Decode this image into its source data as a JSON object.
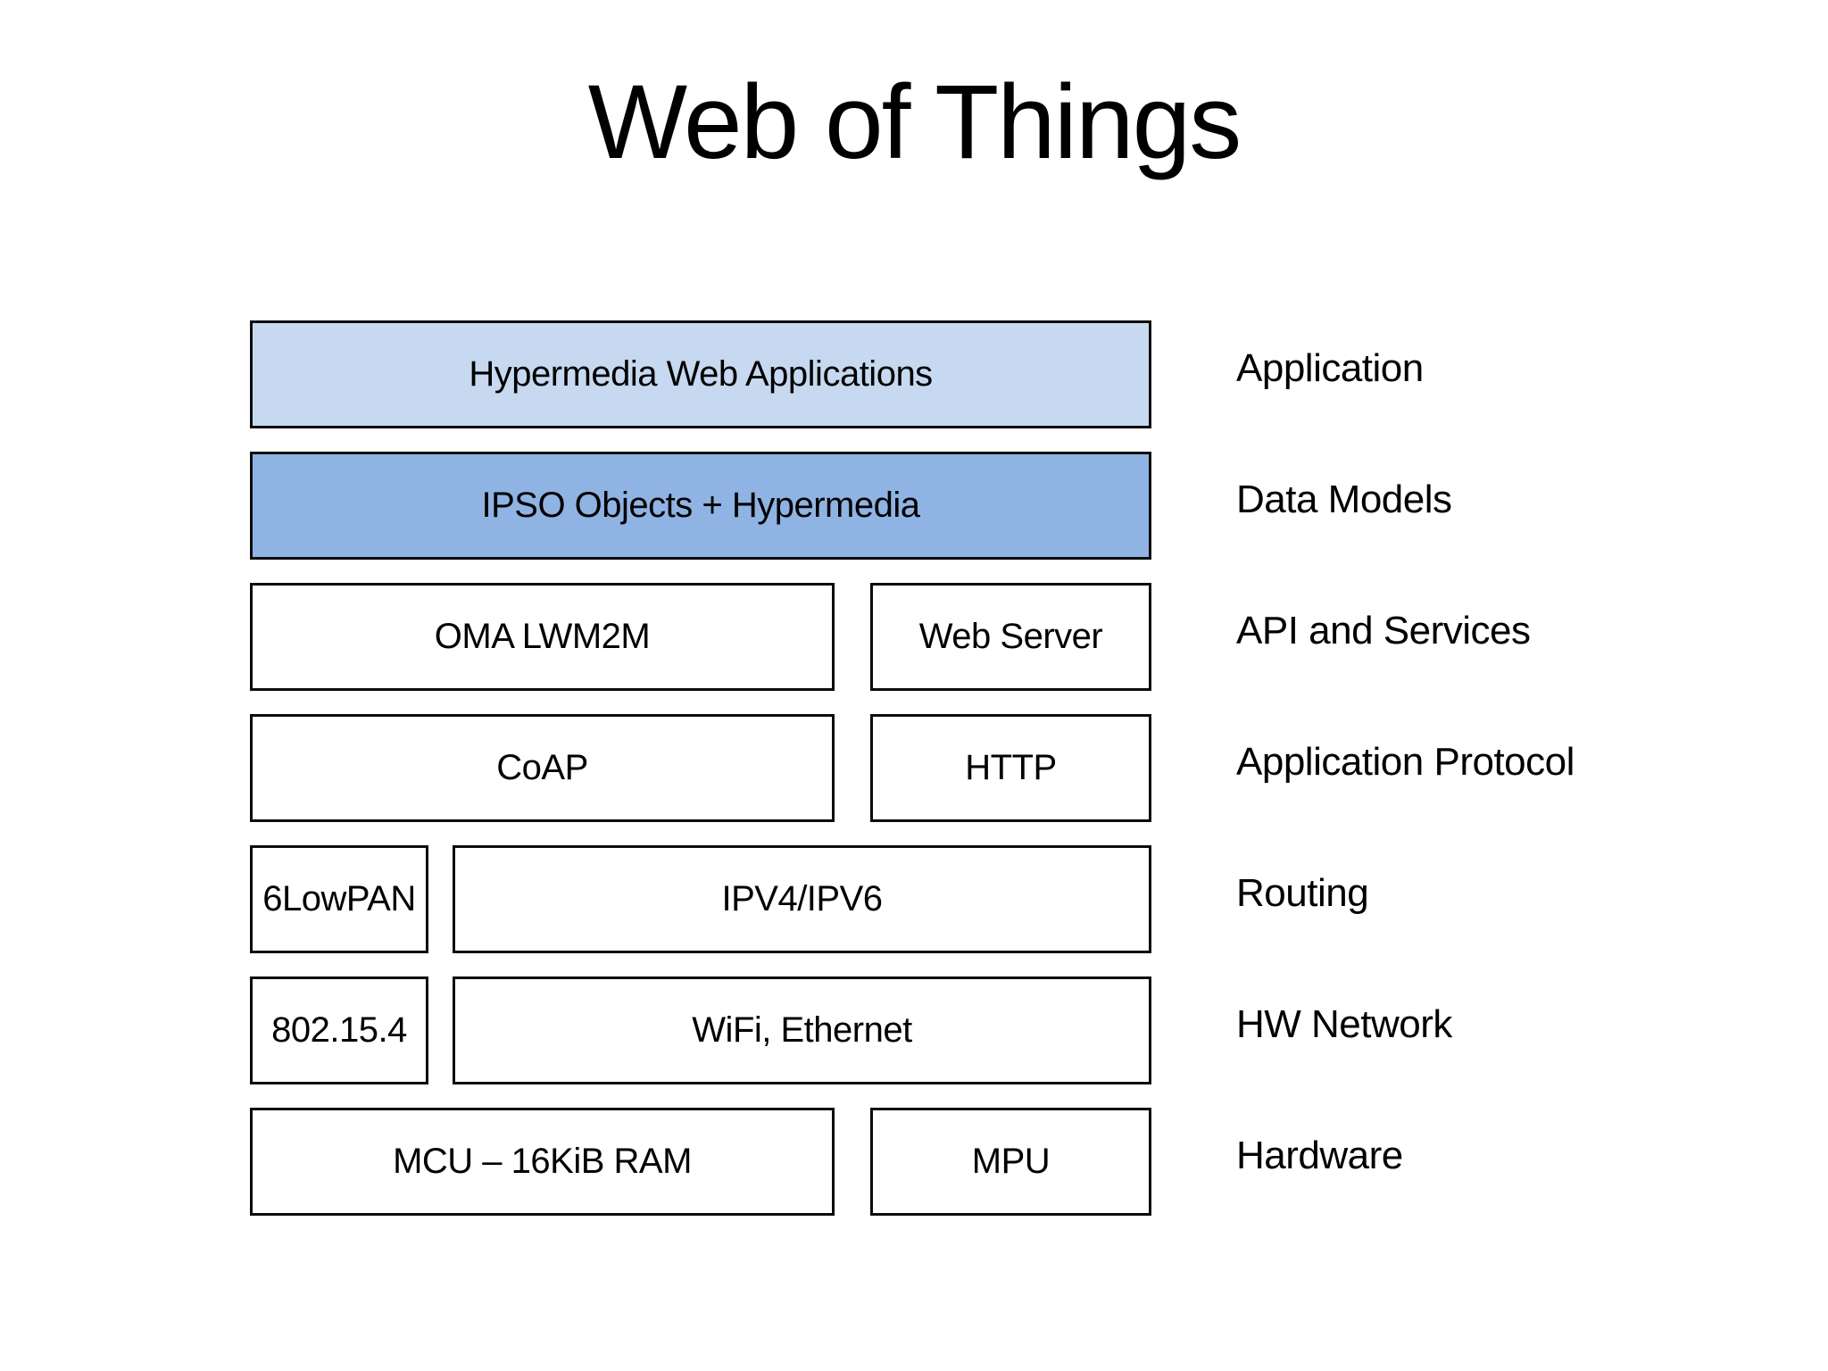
{
  "title": "Web of Things",
  "colors": {
    "background": "#ffffff",
    "text": "#000000",
    "border": "#0c0c0c",
    "box_light": "#c7d9f0",
    "box_mid": "#8fb3e3",
    "box_white": "#ffffff"
  },
  "layers": [
    {
      "label": "Application",
      "boxes": [
        {
          "text": "Hypermedia Web Applications"
        }
      ]
    },
    {
      "label": "Data Models",
      "boxes": [
        {
          "text": "IPSO Objects + Hypermedia"
        }
      ]
    },
    {
      "label": "API and Services",
      "boxes": [
        {
          "text": "OMA LWM2M"
        },
        {
          "text": "Web Server"
        }
      ]
    },
    {
      "label": "Application Protocol",
      "boxes": [
        {
          "text": "CoAP"
        },
        {
          "text": "HTTP"
        }
      ]
    },
    {
      "label": "Routing",
      "boxes": [
        {
          "text": "6LowPAN"
        },
        {
          "text": "IPV4/IPV6"
        }
      ]
    },
    {
      "label": "HW Network",
      "boxes": [
        {
          "text": "802.15.4"
        },
        {
          "text": "WiFi, Ethernet"
        }
      ]
    },
    {
      "label": "Hardware",
      "boxes": [
        {
          "text": "MCU – 16KiB RAM"
        },
        {
          "text": "MPU"
        }
      ]
    }
  ]
}
